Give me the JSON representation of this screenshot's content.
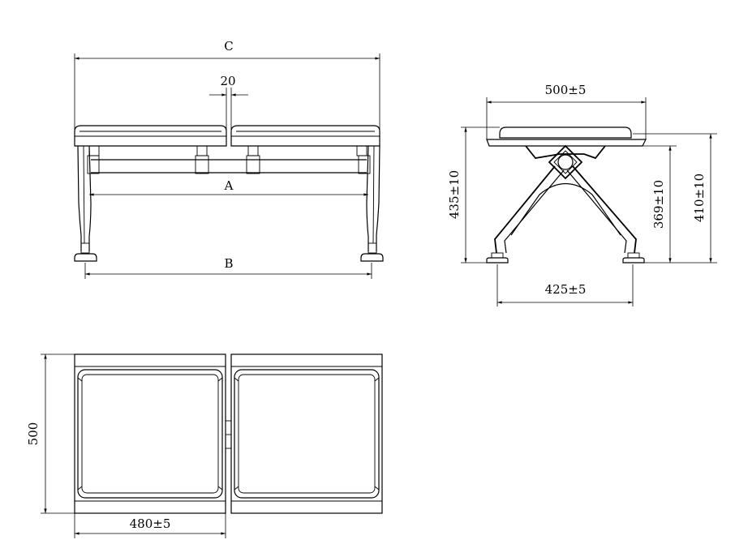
{
  "front_view": {
    "dim_c": "C",
    "dim_gap": "20",
    "dim_a": "A",
    "dim_b": "B"
  },
  "side_view": {
    "dim_width": "500±5",
    "dim_total_height": "435±10",
    "dim_height_369": "369±10",
    "dim_height_410": "410±10",
    "dim_leg_span": "425±5"
  },
  "top_view": {
    "dim_depth": "500",
    "dim_seat_width": "480±5"
  }
}
